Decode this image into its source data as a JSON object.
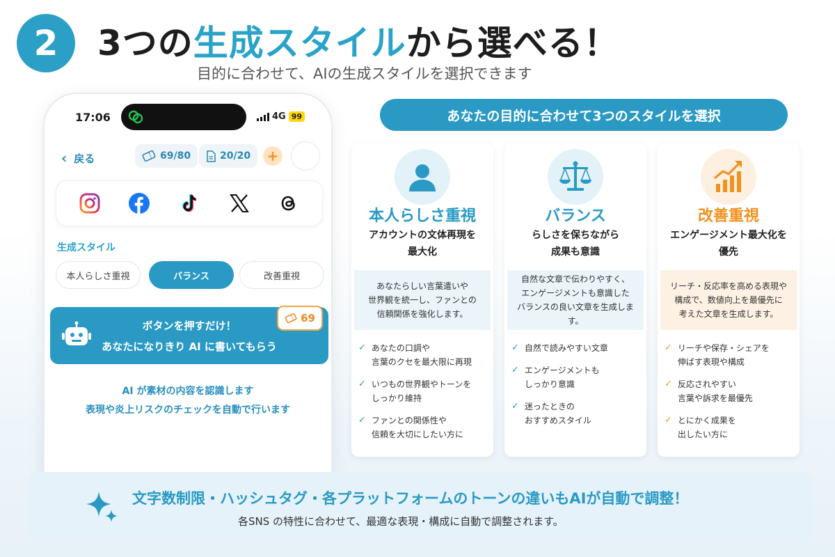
{
  "header": {
    "step_number": "2",
    "title_prefix": "3つの",
    "title_highlight": "生成スタイル",
    "title_suffix": "から選べる！",
    "subtitle": "目的に合わせて、AIの生成スタイルを選択できます",
    "accent_color": "#2aa3c8"
  },
  "phone": {
    "status": {
      "time": "17:06",
      "network": "4G",
      "battery": "99"
    },
    "nav": {
      "back_label": "戻る",
      "tickets": "69/80",
      "docs": "20/20",
      "plus_label": "+"
    },
    "sns": [
      "instagram-icon",
      "facebook-icon",
      "tiktok-icon",
      "x-icon",
      "threads-icon"
    ],
    "section_label": "生成スタイル",
    "styles": [
      {
        "label": "本人らしさ重視",
        "active": false
      },
      {
        "label": "バランス",
        "active": true
      },
      {
        "label": "改善重視",
        "active": false
      }
    ],
    "generate": {
      "line1": "ボタンを押すだけ！",
      "line2": "あなたになりきり AI に書いてもらう",
      "ticket_count": "69"
    },
    "note": {
      "line1": "AI が素材の内容を認識します",
      "line2": "表現や炎上リスクのチェックを自動で行います"
    }
  },
  "banner": "あなたの目的に合わせて3つのスタイルを選択",
  "cards": [
    {
      "name": "本人らしさ重視",
      "tagline": [
        "アカウントの文体再現を",
        "最大化"
      ],
      "description": [
        "あなたらしい言葉遣いや",
        "世界観を統一し、ファンとの",
        "信頼関係を強化します。"
      ],
      "points": [
        [
          "あなたの口調や",
          "言葉のクセを最大限に再現"
        ],
        [
          "いつもの世界観やトーンを",
          "しっかり維持"
        ],
        [
          "ファンとの関係性や",
          "信頼を大切にしたい方に"
        ]
      ],
      "accent": "#2a9ac4",
      "desc_bg": "#eaf4f9",
      "icon": "person-icon"
    },
    {
      "name": "バランス",
      "tagline": [
        "らしさを保ちながら",
        "成果も意識"
      ],
      "description": [
        "自然な文章で伝わりやすく、",
        "エンゲージメントも意識した",
        "バランスの良い文章を生成します。"
      ],
      "points": [
        [
          "自然で読みやすい文章"
        ],
        [
          "エンゲージメントも",
          "しっかり意識"
        ],
        [
          "迷ったときの",
          "おすすめスタイル"
        ]
      ],
      "accent": "#2a9ac4",
      "desc_bg": "#eaf4f9",
      "icon": "scale-icon"
    },
    {
      "name": "改善重視",
      "tagline": [
        "エンゲージメント最大化を",
        "優先"
      ],
      "description": [
        "リーチ・反応率を高める表現や",
        "構成で、数値向上を最優先に",
        "考えた文章を生成します。"
      ],
      "points": [
        [
          "リーチや保存・シェアを",
          "伸ばす表現や構成"
        ],
        [
          "反応されやすい",
          "言葉や訴求を最優先"
        ],
        [
          "とにかく成果を",
          "出したい方に"
        ]
      ],
      "accent": "#f0921f",
      "desc_bg": "#fdf1e3",
      "icon": "growth-chart-icon"
    }
  ],
  "footer": {
    "main": "文字数制限・ハッシュタグ・各プラットフォームのトーンの違いもAIが自動で調整！",
    "sub": "各SNS の特性に合わせて、最適な表現・構成に自動で調整されます。"
  }
}
